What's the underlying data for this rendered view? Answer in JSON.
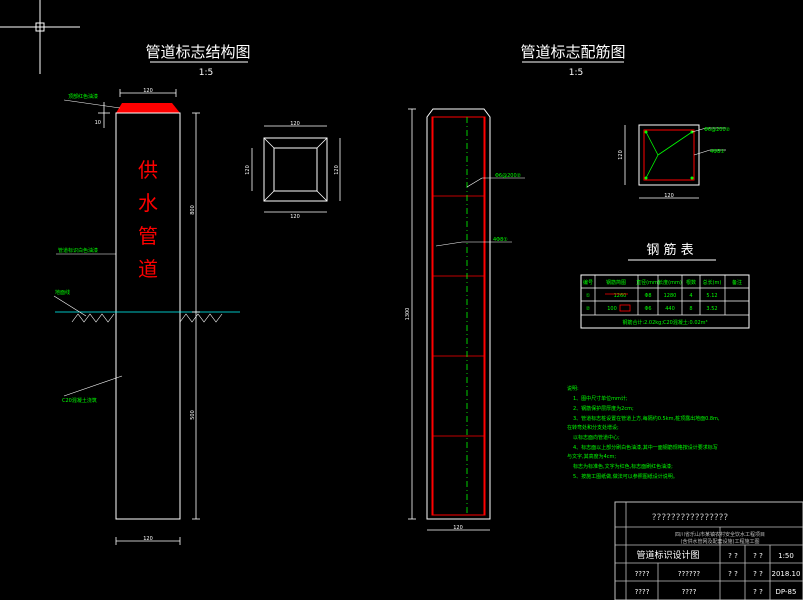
{
  "left_view": {
    "title": "管道标志结构图",
    "scale": "1:5",
    "post_text": [
      "供",
      "水",
      "管",
      "道"
    ],
    "dim_top_width": "120",
    "dim_bottom_width": "120",
    "dim_upper_height": "800",
    "dim_lower_height": "500",
    "dim_cap": "10",
    "label_red_cap": "顶部红色油漆",
    "label_white_paint": "管道标识白色油漆",
    "label_ground": "地面线",
    "label_concrete": "C20混凝土浇筑"
  },
  "section_a": {
    "dim_top": "120",
    "dim_bottom": "120",
    "dim_left": "120",
    "dim_right": "120"
  },
  "right_view": {
    "title": "管道标志配筋图",
    "scale": "1:5",
    "dim_height": "1300",
    "dim_width": "120",
    "label_stirrup": "Φ6@200②",
    "label_main_bar": "4Φ8①"
  },
  "section_b": {
    "dim_width": "120",
    "dim_height": "120",
    "label_stirrup": "Φ6@200②",
    "label_main_bar": "4Φ8①"
  },
  "rebar_table": {
    "title": "钢 筋 表",
    "headers": [
      "编号",
      "钢筋简图",
      "直径(mm)",
      "长度(mm)",
      "根数",
      "总长(m)",
      "备注"
    ],
    "rows": [
      [
        "①",
        "1260",
        "Φ8",
        "1280",
        "4",
        "5.12",
        ""
      ],
      [
        "②",
        "100",
        "Φ6",
        "440",
        "8",
        "3.52",
        ""
      ]
    ],
    "footer": "钢筋合计:2.02kg;C20混凝土:0.02m³"
  },
  "notes": {
    "heading": "说明:",
    "lines": [
      "1、图中尺寸单位mm计;",
      "2、钢筋保护层厚度为2cm;",
      "3、管道标志桩设置在管道上方,每隔约0.5km,桩顶露出地面0.8m,",
      "   在转弯处和分支处增设;",
      "   以标志面向管道中心;",
      "4、标志面以上部分刷白色油漆,其中一面钢筋规格按设计要求标写",
      "   与文字,其高度为4cm;",
      "   标志为标准色,文字为红色,标志面刷红色油漆;",
      "5、按施工图纸做,做法可以参照图纸设计说明。"
    ]
  },
  "title_block": {
    "company": "????????????????",
    "project_line1": "四川省乐山市某镇农村安全饮水工程项目",
    "project_line2": "(含供水管网及配套设施)工程施工图",
    "drawing_title": "管道标识设计图",
    "row1": [
      "????",
      "??????",
      "? ?",
      "2018.10"
    ],
    "row2": [
      "????",
      "????",
      "? ?",
      "DP-85"
    ],
    "cell_scale_label": "? ?",
    "cell_scale": "1:50",
    "cell_a": "? ?",
    "cell_b": "? ?"
  },
  "colors": {
    "background": "#000000",
    "white": "#ffffff",
    "red": "#ff0000",
    "green": "#00ff00",
    "grey": "#bfbfbf",
    "cyan": "#00ffff"
  }
}
